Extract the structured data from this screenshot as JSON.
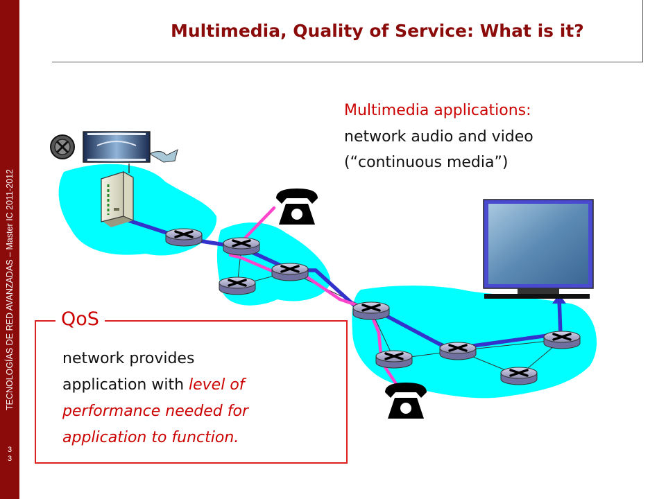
{
  "sidebar": {
    "vertical_text": "TECNOLOGÍAS DE RED AVANZADAS – Master IC 2011-2012",
    "page_number": "33"
  },
  "slide": {
    "title": "Multimedia, Quality of Service: What is it?"
  },
  "multimedia": {
    "heading": "Multimedia applications:",
    "line1": "network audio and video",
    "line2": "(“continuous media”)"
  },
  "qos": {
    "label": "QoS",
    "line1": "network provides",
    "line2_plain": "application with ",
    "line2_emph": "level of",
    "line3": "performance needed for",
    "line4": "application to function."
  },
  "colors": {
    "accent": "#8b0a0a",
    "emphasis": "#cc0000",
    "cloud": "#00ffff",
    "path_blue": "#3333cc",
    "path_pink": "#ff33cc"
  },
  "icons": [
    "film-reel-icon",
    "media-server-icon",
    "router-icon",
    "telephone-icon",
    "monitor-icon"
  ]
}
